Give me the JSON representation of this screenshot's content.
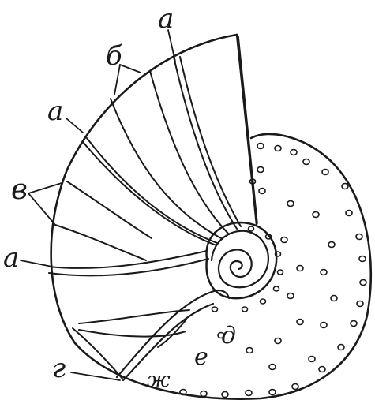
{
  "figure": {
    "labels": {
      "a": "а",
      "b": "б",
      "v": "в",
      "g": "г",
      "d": "д",
      "e": "е",
      "zh": "ж"
    }
  }
}
